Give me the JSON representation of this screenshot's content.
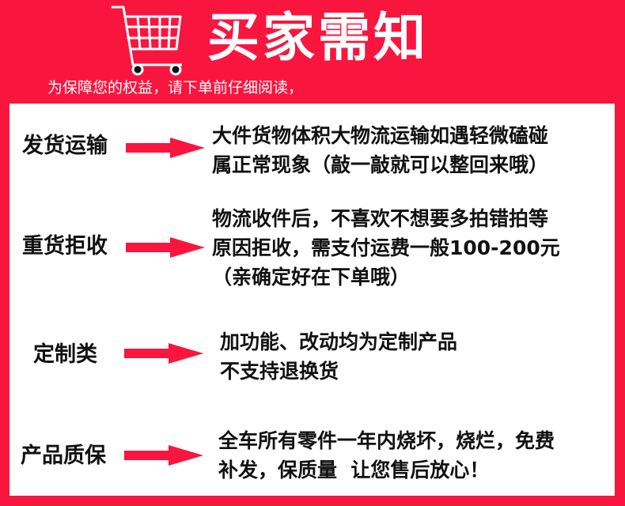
{
  "header": {
    "title": "买家需知",
    "subtitle": "为保障您的权益，请下单前仔细阅读，",
    "icon": "shopping-cart-icon",
    "background_color": "#f8163f",
    "text_color": "#ffffff"
  },
  "notices": [
    {
      "label": "发货运输",
      "lines": [
        "大件货物体积大物流运输如遇轻微磕碰",
        "属正常现象（敲一敲就可以整回来哦）"
      ]
    },
    {
      "label": "重货拒收",
      "lines": [
        "物流收件后，不喜欢不想要多拍错拍等",
        "原因拒收，需支付运费一般100-200元",
        "（亲确定好在下单哦）"
      ]
    },
    {
      "label": "定制类",
      "lines": [
        "加功能、改动均为定制产品",
        "不支持退换货"
      ]
    },
    {
      "label": "产品质保",
      "lines": [
        "全车所有零件一年内烧坏，烧烂，免费",
        "补发，保质量  让您售后放心！"
      ]
    }
  ],
  "arrow_color": "#f8163f"
}
